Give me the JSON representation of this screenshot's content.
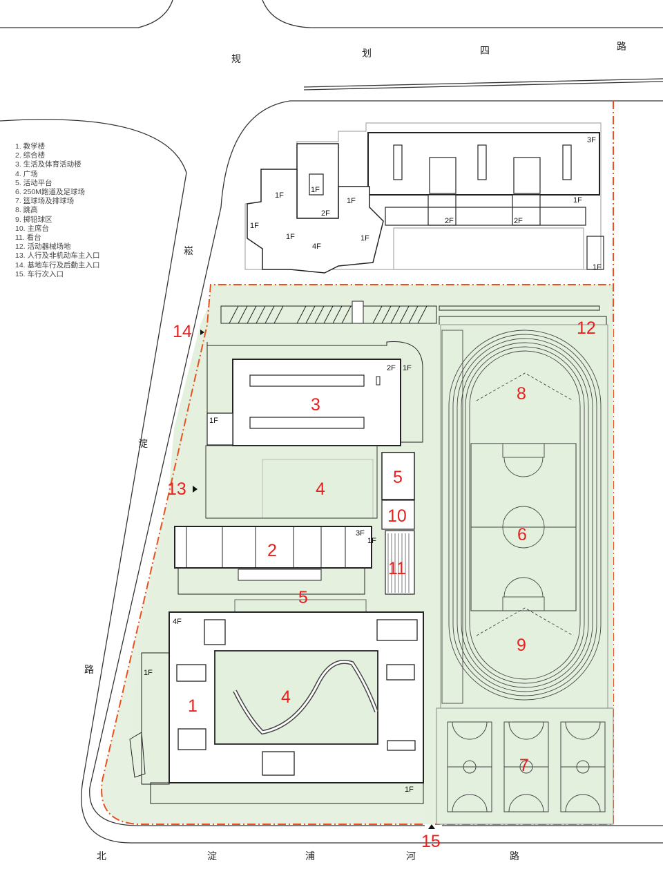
{
  "legend": [
    "1. 教学楼",
    "2. 综合楼",
    "3. 生活及体育活动楼",
    "4. 广场",
    "5. 活动平台",
    "6. 250M跑道及足球场",
    "7. 篮球场及排球场",
    "8. 跳高",
    "9. 掷铅球区",
    "10. 主席台",
    "11. 看台",
    "12. 活动器械场地",
    "13. 人行及非机动车主入口",
    "14. 基地车行及后勤主入口",
    "15. 车行次入口"
  ],
  "roads": {
    "north": [
      "规",
      "划",
      "四",
      "路"
    ],
    "west_top": "崧",
    "west": [
      "淀",
      "路"
    ],
    "south": [
      "北",
      "淀",
      "浦",
      "河",
      "路"
    ]
  },
  "markers": {
    "n1": "1",
    "n2": "2",
    "n3": "3",
    "n4a": "4",
    "n4b": "4",
    "n5a": "5",
    "n5b": "5",
    "n6": "6",
    "n7": "7",
    "n8": "8",
    "n9": "9",
    "n10": "10",
    "n11": "11",
    "n12": "12",
    "n13": "13",
    "n14": "14",
    "n15": "15"
  },
  "floors": {
    "f3f_north": "3F",
    "f1f_north_a": "1F",
    "f1f_north_b": "1F",
    "f1f_north_c": "1F",
    "f1f_north_d": "1F",
    "f1f_north_e": "1F",
    "f2f_north_a": "2F",
    "f2f_north_b": "2F",
    "f2f_north_c": "2F",
    "f4f_north": "4F",
    "f1f_north_f": "1F",
    "f1f_north_g": "1F",
    "f1f_north_h": "1F",
    "f2f_b3": "2F",
    "f1f_b3": "1F",
    "f1f_b3w": "1F",
    "f3f_b2": "3F",
    "f1f_b2": "1F",
    "f4f_b1": "4F",
    "f1f_b1w": "1F",
    "f1f_b1s": "1F"
  },
  "colors": {
    "site_fill": "#e4f0de",
    "boundary": "#e8501e",
    "marker": "#e8201e",
    "line": "#222222"
  }
}
